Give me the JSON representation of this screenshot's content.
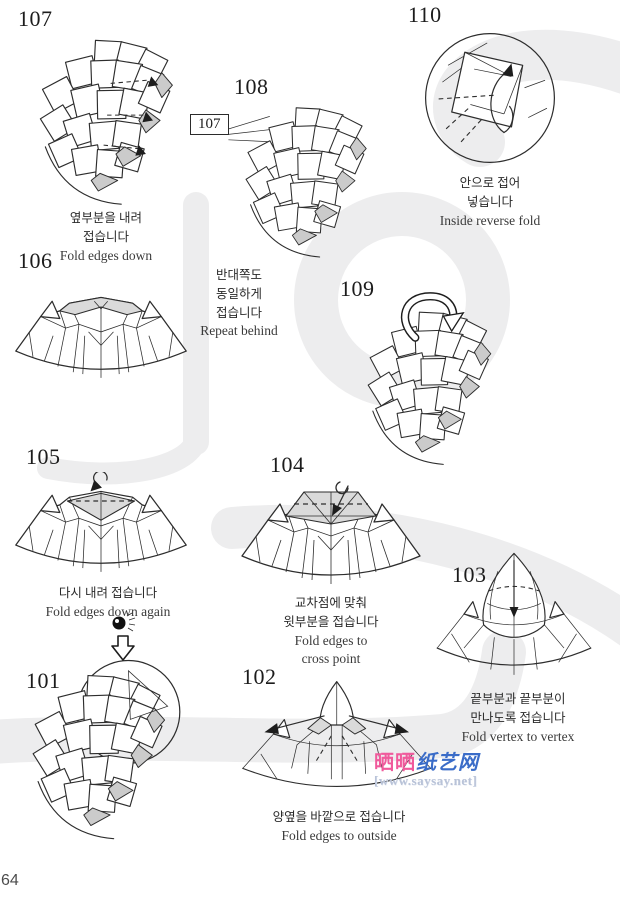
{
  "page": {
    "number": "64"
  },
  "watermark": {
    "brand_pink": "晒晒",
    "brand_blue": "纸艺网",
    "url": "[www.saysay.net]",
    "pink_color": "#f05a9c",
    "blue_color": "#3a6cc8"
  },
  "steps": {
    "s101": {
      "num": "101"
    },
    "s102": {
      "num": "102",
      "ko1": "양옆을 바깥으로 접습니다",
      "en": "Fold edges to outside"
    },
    "s103": {
      "num": "103",
      "ko1": "끝부분과 끝부분이",
      "ko2": "만나도록 접습니다",
      "en": "Fold vertex to vertex"
    },
    "s104": {
      "num": "104",
      "ko1": "교차점에 맞춰",
      "ko2": "윗부분을 접습니다",
      "en1": "Fold edges to",
      "en2": "cross point"
    },
    "s105": {
      "num": "105",
      "ko1": "다시 내려 접습니다",
      "en": "Fold edges down again"
    },
    "s106": {
      "num": "106"
    },
    "s107": {
      "num": "107",
      "ko1": "옆부분을 내려",
      "ko2": "접습니다",
      "en": "Fold edges down"
    },
    "s108": {
      "num": "108",
      "ref_label": "107",
      "ko1": "반대쪽도",
      "ko2": "동일하게",
      "ko3": "접습니다",
      "en": "Repeat behind"
    },
    "s109": {
      "num": "109"
    },
    "s110": {
      "num": "110",
      "ko1": "안으로 접어",
      "ko2": "넣습니다",
      "en": "Inside reverse fold"
    }
  }
}
